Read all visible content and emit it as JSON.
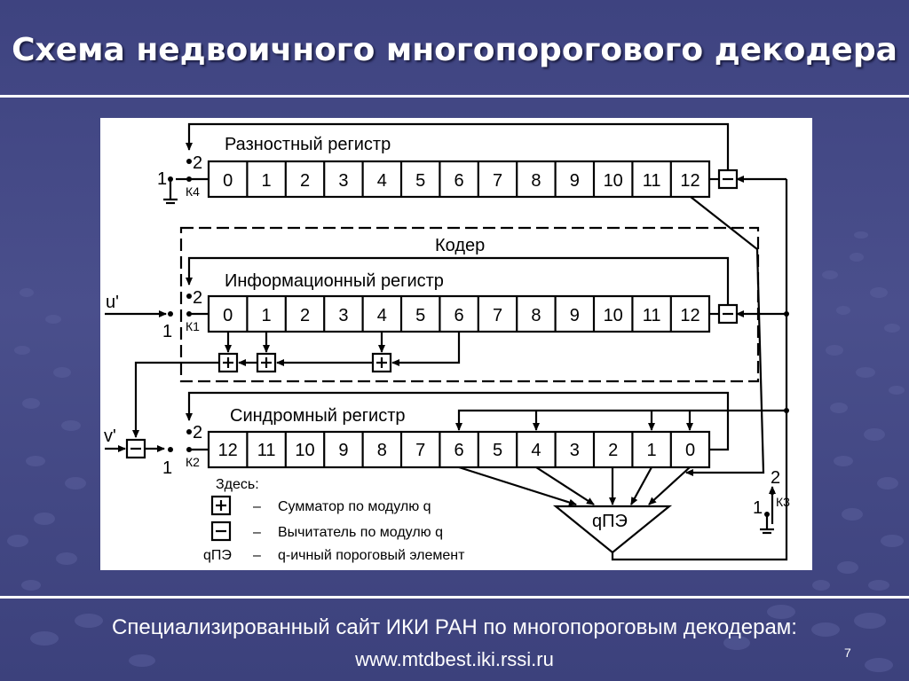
{
  "slide": {
    "title": "Схема недвоичного многопорогового декодера",
    "footer_line1": "Специализированный сайт ИКИ РАН по многопороговым декодерам:",
    "footer_line2": "www.mtdbest.iki.rssi.ru",
    "page_number": "7"
  },
  "diagram": {
    "diff_register": {
      "title": "Разностный регистр",
      "cells": [
        "0",
        "1",
        "2",
        "3",
        "4",
        "5",
        "6",
        "7",
        "8",
        "9",
        "10",
        "11",
        "12"
      ],
      "switch": "К4"
    },
    "coder": {
      "title": "Кодер"
    },
    "info_register": {
      "title": "Информационный регистр",
      "cells": [
        "0",
        "1",
        "2",
        "3",
        "4",
        "5",
        "6",
        "7",
        "8",
        "9",
        "10",
        "11",
        "12"
      ],
      "switch": "К1",
      "input": "u'"
    },
    "syndrome_register": {
      "title": "Синдромный регистр",
      "cells": [
        "12",
        "11",
        "10",
        "9",
        "8",
        "7",
        "6",
        "5",
        "4",
        "3",
        "2",
        "1",
        "0"
      ],
      "switch": "К2",
      "input": "v'"
    },
    "threshold": {
      "label": "qПЭ",
      "switch": "К3"
    },
    "pos1": "1",
    "pos2": "2",
    "legend": {
      "heading": "Здесь:",
      "dash": "–",
      "adder_desc": "Сумматор по модулю q",
      "subtractor_desc": "Вычитатель по модулю q",
      "qpe_label": "qПЭ",
      "qpe_desc": "q-ичный пороговый элемент"
    }
  }
}
